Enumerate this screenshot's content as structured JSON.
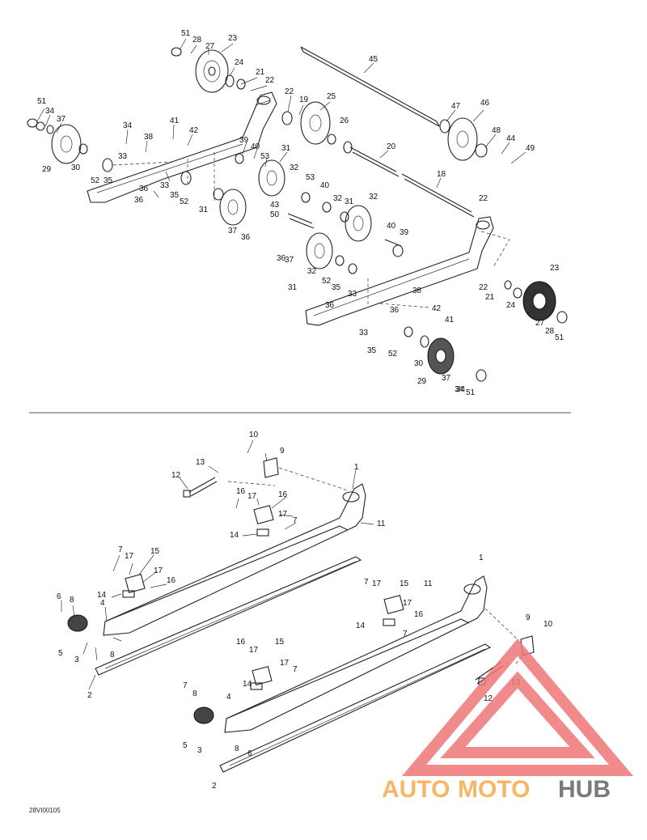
{
  "diagram_code": "28VI00105",
  "watermark": {
    "part1": "AUTO",
    "part2": "MOTO",
    "part3": "HUB",
    "color_light": "#f5b766",
    "color_dark": "#7a7a7a",
    "logo_color": "#ee7777"
  },
  "top_labels": [
    "51",
    "28",
    "27",
    "23",
    "24",
    "21",
    "22",
    "22",
    "19",
    "25",
    "45",
    "47",
    "46",
    "26",
    "48",
    "44",
    "49",
    "20",
    "18",
    "51",
    "34",
    "37",
    "29",
    "30",
    "52",
    "35",
    "33",
    "34",
    "38",
    "41",
    "42",
    "36",
    "33",
    "36",
    "35",
    "52",
    "39",
    "40",
    "53",
    "31",
    "32",
    "43",
    "50",
    "53",
    "40",
    "32",
    "31",
    "32",
    "31",
    "37",
    "36",
    "22",
    "36",
    "37",
    "31",
    "32",
    "52",
    "35",
    "40",
    "39",
    "33",
    "36",
    "38",
    "42",
    "41",
    "36",
    "33",
    "35",
    "52",
    "34",
    "30",
    "29",
    "37",
    "34",
    "51",
    "22",
    "21",
    "24",
    "23",
    "27",
    "28",
    "51"
  ],
  "bottom_labels": [
    "10",
    "9",
    "13",
    "12",
    "1",
    "11",
    "16",
    "17",
    "16",
    "17",
    "7",
    "14",
    "7",
    "17",
    "15",
    "17",
    "16",
    "14",
    "6",
    "8",
    "4",
    "5",
    "3",
    "8",
    "2",
    "7",
    "17",
    "15",
    "11",
    "1",
    "17",
    "16",
    "14",
    "7",
    "9",
    "10",
    "13",
    "12",
    "16",
    "17",
    "15",
    "17",
    "7",
    "14",
    "7",
    "8",
    "4",
    "5",
    "3",
    "8",
    "6",
    "2"
  ]
}
